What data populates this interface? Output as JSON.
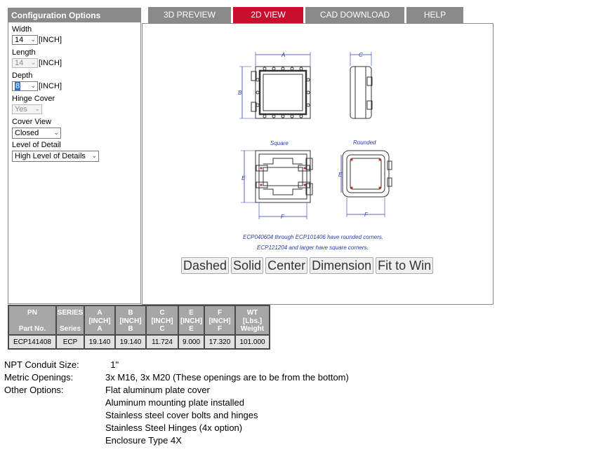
{
  "config": {
    "title": "Configuration Options",
    "options": [
      {
        "label": "Width",
        "value": "14",
        "unit": "[INCH]",
        "disabled": false,
        "highlight": false
      },
      {
        "label": "Length",
        "value": "14",
        "unit": "[INCH]",
        "disabled": true,
        "highlight": false
      },
      {
        "label": "Depth",
        "value": "8",
        "unit": "[INCH]",
        "disabled": false,
        "highlight": true
      },
      {
        "label": "Hinge Cover",
        "value": "Yes",
        "unit": "",
        "disabled": true,
        "highlight": false
      },
      {
        "label": "Cover View",
        "value": "Closed",
        "unit": "",
        "disabled": false,
        "highlight": false
      },
      {
        "label": "Level of Detail",
        "value": "High Level of Details",
        "unit": "",
        "disabled": false,
        "highlight": false
      }
    ]
  },
  "tabs": [
    {
      "label": "3D PREVIEW",
      "active": false
    },
    {
      "label": "2D VIEW",
      "active": true
    },
    {
      "label": "CAD DOWNLOAD",
      "active": false
    },
    {
      "label": "HELP",
      "active": false
    }
  ],
  "drawing": {
    "label_square": "Square",
    "label_rounded": "Rounded",
    "dim_a": "A",
    "dim_b": "B",
    "dim_c": "C",
    "dim_e": "E",
    "dim_f": "F",
    "note1": "ECP040604 through ECP101406 have rounded corners.",
    "note2": "ECP121204 and larger have square corners."
  },
  "viewer_buttons": [
    "Dashed",
    "Solid",
    "Center",
    "Dimension",
    "Fit to Win"
  ],
  "table": {
    "headers": [
      {
        "top": "PN",
        "mid": "",
        "bot": "Part No."
      },
      {
        "top": "SERIES",
        "mid": "",
        "bot": "Series"
      },
      {
        "top": "A",
        "mid": "[INCH]",
        "bot": "A"
      },
      {
        "top": "B",
        "mid": "[INCH]",
        "bot": "B"
      },
      {
        "top": "C",
        "mid": "[INCH]",
        "bot": "C"
      },
      {
        "top": "E",
        "mid": "[INCH]",
        "bot": "E"
      },
      {
        "top": "F",
        "mid": "[INCH]",
        "bot": "F"
      },
      {
        "top": "WT",
        "mid": "[Lbs.]",
        "bot": "Weight"
      }
    ],
    "row": [
      "ECP141408",
      "ECP",
      "19.140",
      "19.140",
      "11.724",
      "9.000",
      "17.320",
      "101.000"
    ]
  },
  "info": [
    {
      "label": "NPT Conduit Size:",
      "value": "  1\""
    },
    {
      "label": "Metric Openings:",
      "value": "3x M16, 3x M20 (These openings are to be from the bottom)"
    },
    {
      "label": "Other Options:",
      "value": "Flat aluminum plate cover"
    }
  ],
  "info_extra": [
    "Aluminum mounting plate installed",
    "Stainless steel cover bolts and hinges",
    "Stainless Steel Hinges (4x option)",
    "Enclosure Type 4X"
  ]
}
